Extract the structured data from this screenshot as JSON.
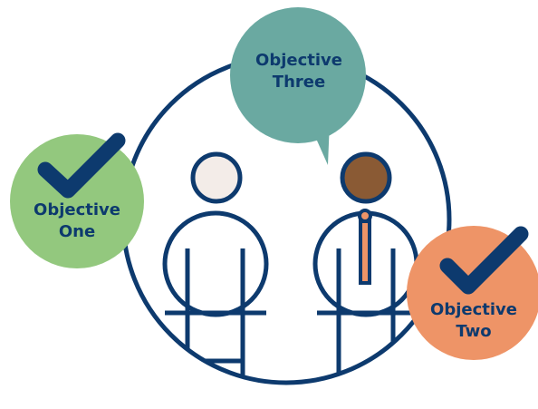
{
  "colors": {
    "navy": "#0d3a6e",
    "green": "#93c87e",
    "teal": "#6aa9a1",
    "orange": "#ee9467",
    "light_head": "#f3ece8",
    "dark_head": "#8a5a34",
    "tie": "#ee9467",
    "background": "#ffffff"
  },
  "icons": {
    "check": "checkmark-icon",
    "person": "person-icon",
    "speech": "speech-bubble-icon"
  },
  "objectives": {
    "one": {
      "line1": "Objective",
      "line2": "One"
    },
    "two": {
      "line1": "Objective",
      "line2": "Two"
    },
    "three": {
      "line1": "Objective",
      "line2": "Three"
    }
  }
}
